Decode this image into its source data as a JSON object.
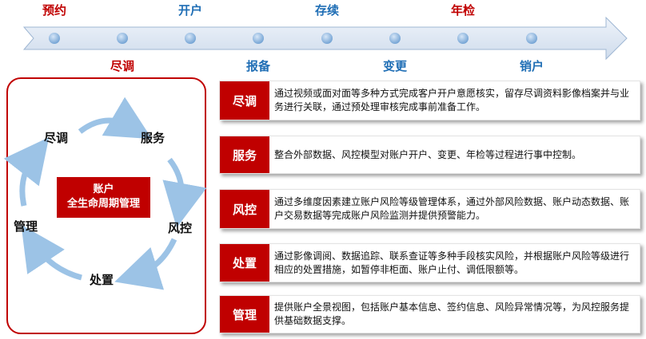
{
  "timeline": {
    "top_labels": [
      "预约",
      "开户",
      "存续",
      "年检"
    ],
    "bottom_labels": [
      "尽调",
      "报备",
      "变更",
      "销户"
    ]
  },
  "cycle": {
    "nodes": [
      "尽调",
      "服务",
      "风控",
      "处置",
      "管理"
    ],
    "center_line1": "账户",
    "center_line2": "全生命周期管理"
  },
  "rows": [
    {
      "tag": "尽调",
      "desc": "通过视频或面对面等多种方式完成客户开户意愿核实，留存尽调资料影像档案并与业务进行关联，通过预处理审核完成事前准备工作。"
    },
    {
      "tag": "服务",
      "desc": "整合外部数据、风控模型对账户开户、变更、年检等过程进行事中控制。"
    },
    {
      "tag": "风控",
      "desc": "通过多维度因素建立账户风险等级管理体系，通过外部风险数据、账户动态数据、账户交易数据等完成账户风险监测并提供预警能力。"
    },
    {
      "tag": "处置",
      "desc": "通过影像调阅、数据追踪、联系查证等多种手段核实风险，并根据账户风险等级进行相应的处置措施，如暂停非柜面、账户止付、调低限额等。"
    },
    {
      "tag": "管理",
      "desc": "提供账户全景视图，包括账户基本信息、签约信息、风险异常情况等，为风控服务提供基础数据支撑。"
    }
  ],
  "colors": {
    "accent": "#c00000",
    "blue": "#1f6eb5",
    "arrow_fill": "#dbe7f4"
  }
}
